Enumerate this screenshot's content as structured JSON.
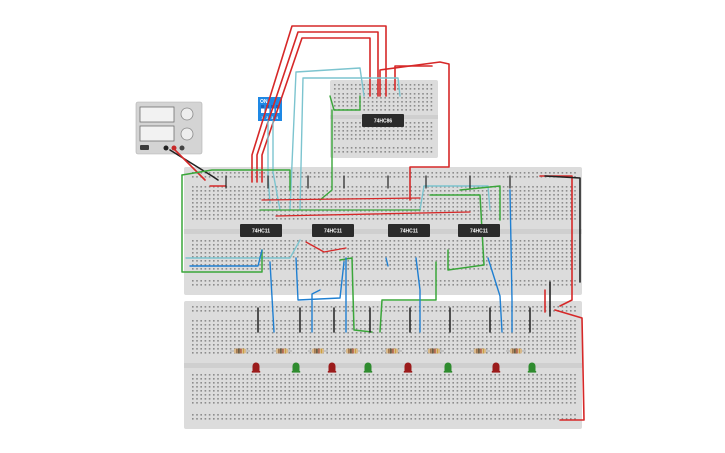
{
  "chips": {
    "top": "74HC86",
    "left1": "74HC11",
    "left2": "74HC11",
    "right1": "74HC11",
    "right2": "74HC11"
  },
  "dip_switch": {
    "on_label": "ON",
    "positions": [
      "1",
      "2",
      "3",
      "4"
    ]
  },
  "leds": [
    "red",
    "green",
    "red",
    "green",
    "red",
    "green",
    "red",
    "green"
  ],
  "colors": {
    "breadboard": "#d9d9d9",
    "wire_red": "#d62828",
    "wire_cyan": "#7cc4cf",
    "wire_green": "#3aa63a",
    "wire_blue": "#1f7fd1",
    "wire_black": "#222222",
    "switch_blue": "#1e88e5",
    "chip": "#2b2b2b"
  }
}
